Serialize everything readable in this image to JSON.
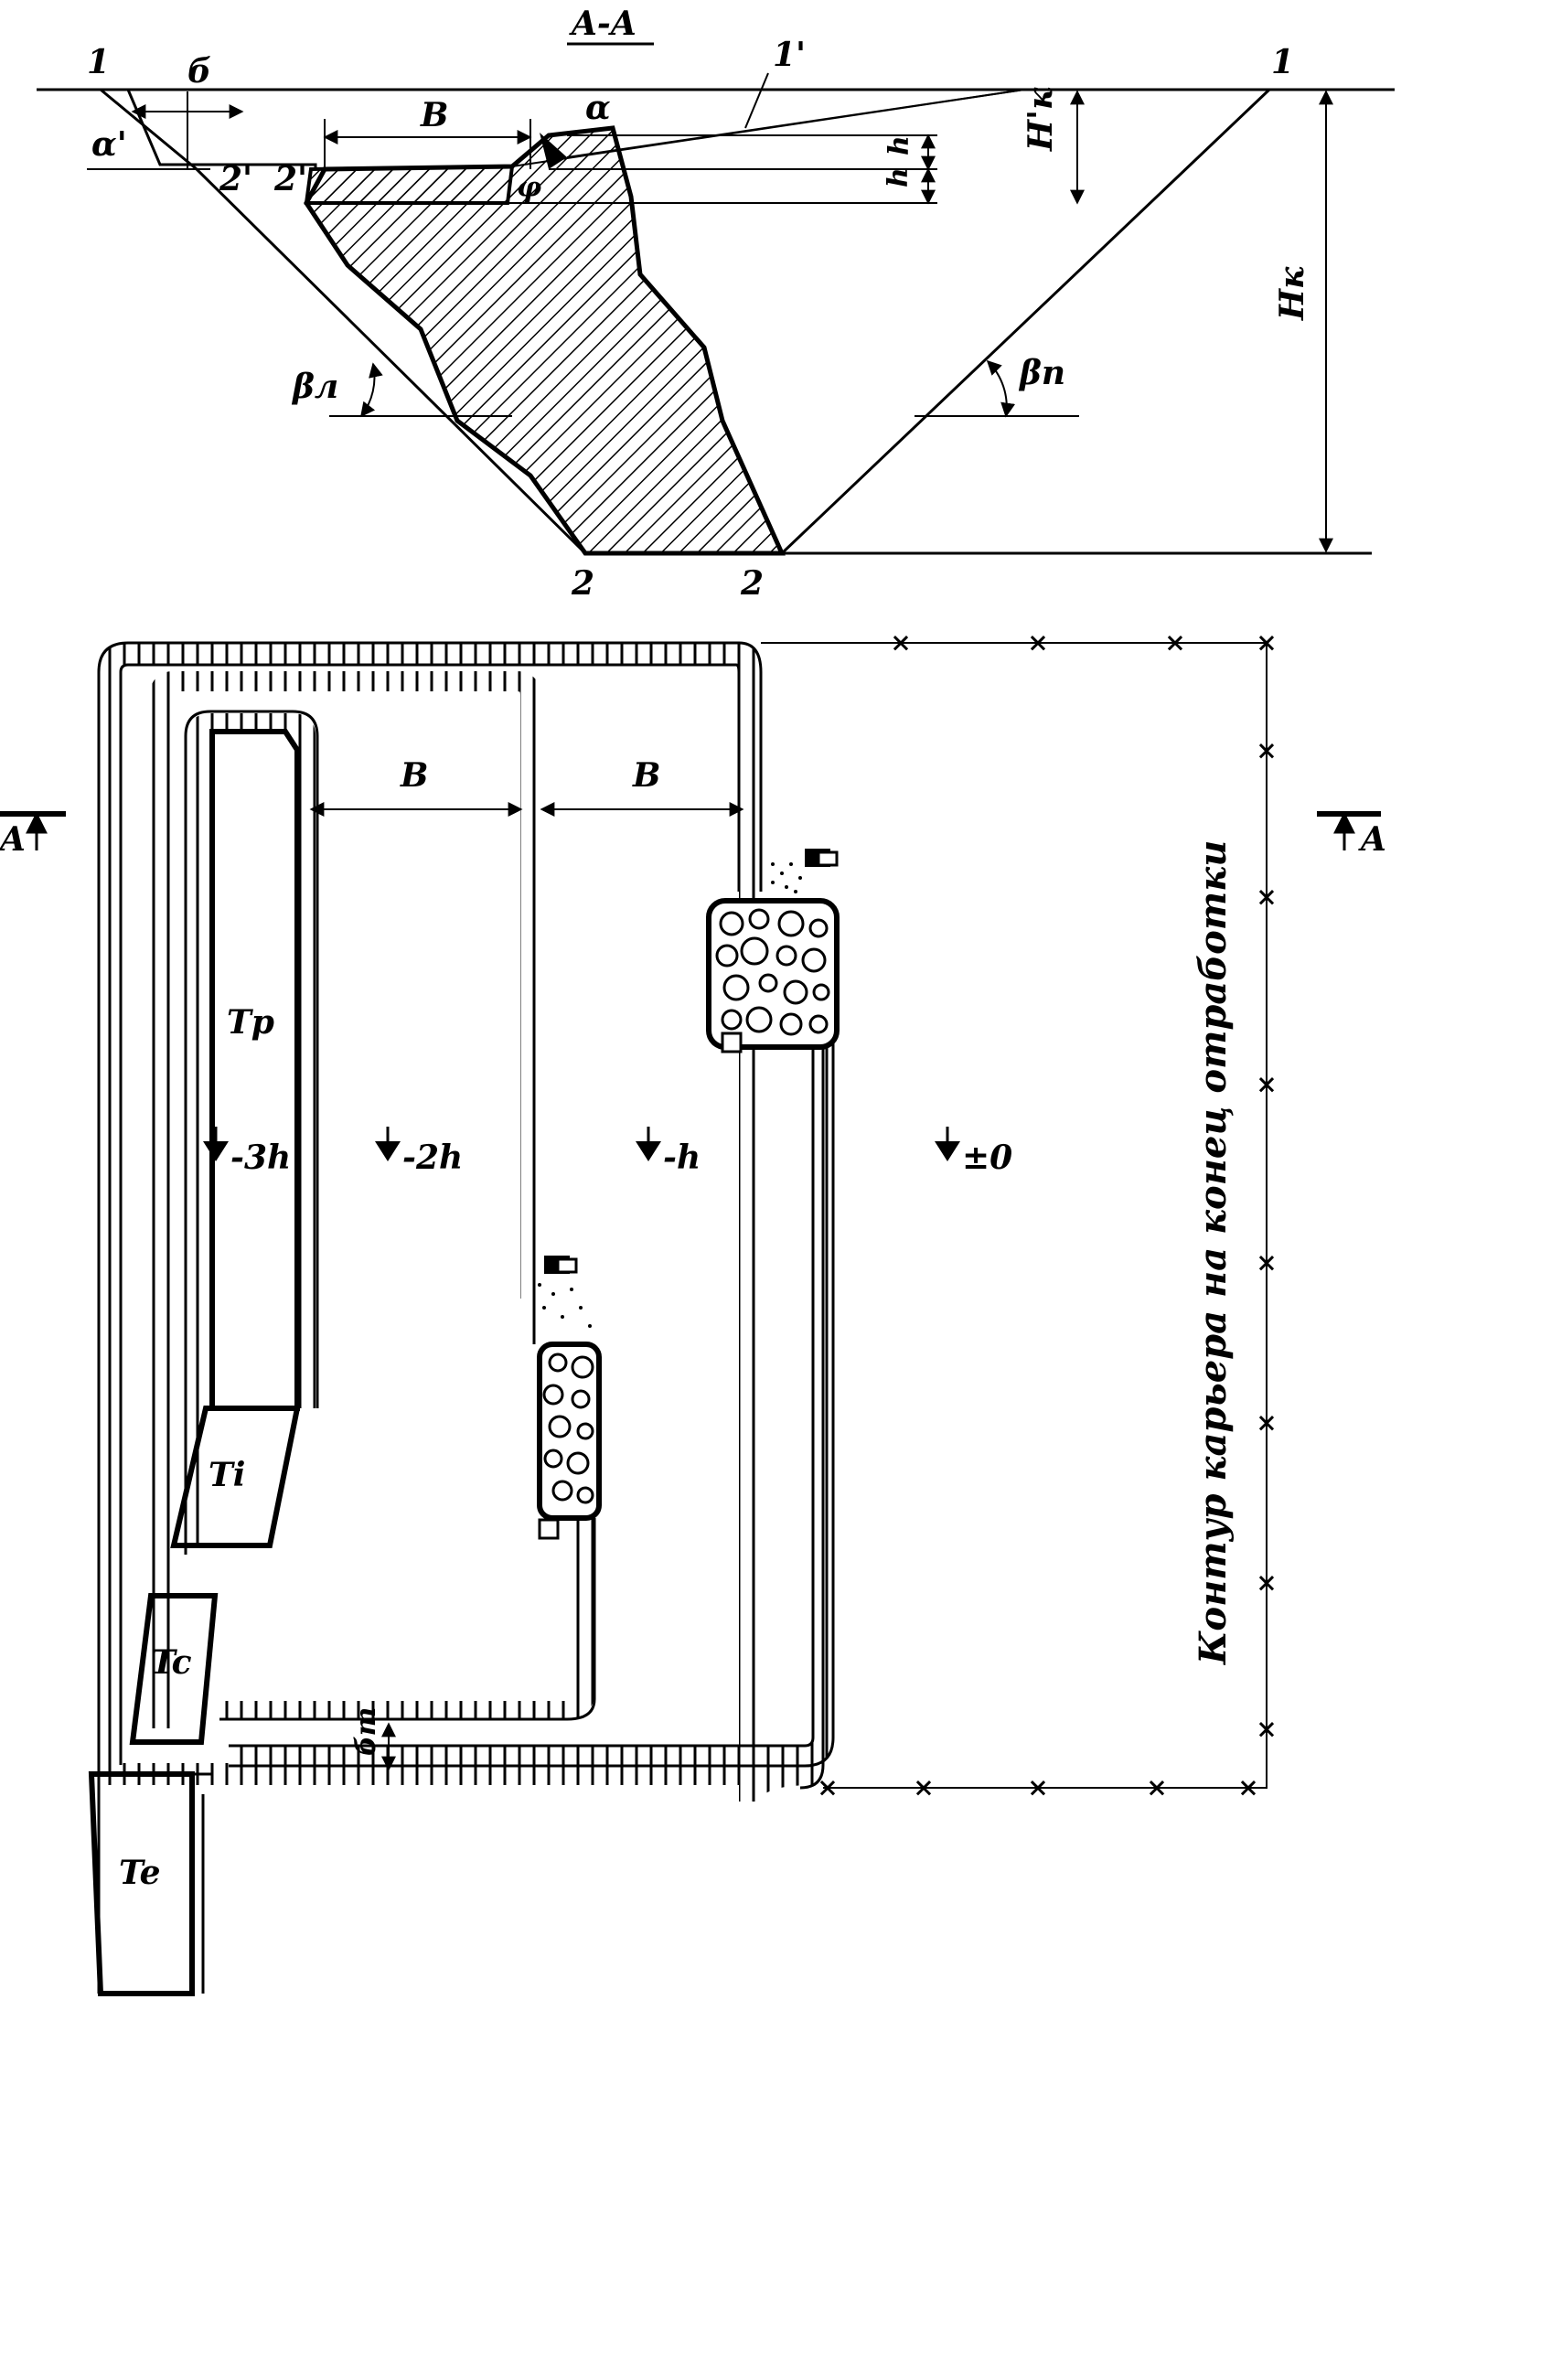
{
  "section": {
    "title": "A-A",
    "labels": {
      "p1_left": "1",
      "p1_right": "1",
      "p1_prime": "1'",
      "delta": "б",
      "alpha_prime": "α'",
      "p2_prime_a": "2'",
      "p2_prime_b": "2'",
      "width_b": "B",
      "alpha": "α",
      "phi": "φ",
      "h1": "h",
      "h2": "h",
      "hk_prime": "H'к",
      "hk": "Hк",
      "beta_left": "βл",
      "beta_right": "βп",
      "p2_left": "2",
      "p2_right": "2"
    }
  },
  "plan": {
    "section_mark_left": "A",
    "section_mark_right": "A",
    "width_b1": "B",
    "width_b2": "B",
    "dumps": {
      "tp": "Tp",
      "ti": "Ti",
      "tc": "Tc",
      "te": "Te"
    },
    "levels": [
      "-3h",
      "-2h",
      "-h",
      "±0"
    ],
    "delta_t": "бт",
    "contour_label": "Контур карьера на конец отработки"
  },
  "colors": {
    "ink": "#000000",
    "paper": "#ffffff"
  }
}
